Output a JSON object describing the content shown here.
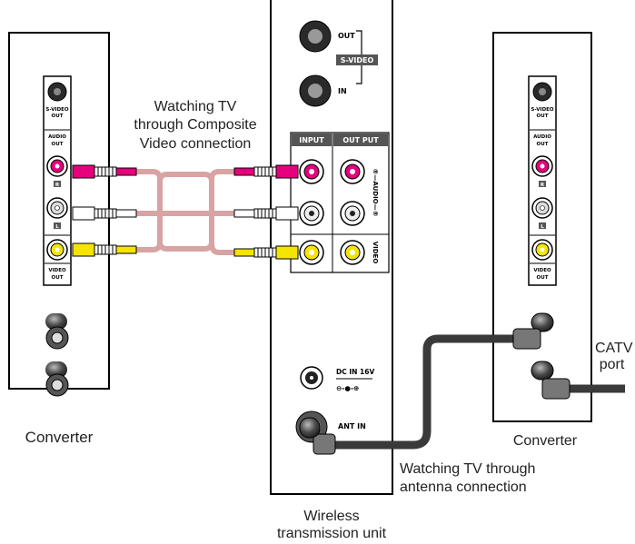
{
  "captions": {
    "composite_line1": "Watching TV",
    "composite_line2": "through Composite",
    "composite_line3": "Video connection",
    "antenna_line1": "Watching TV through",
    "antenna_line2": "antenna connection",
    "left_converter": "Converter",
    "right_converter": "Converter",
    "wireless_line1": "Wireless",
    "wireless_line2": "transmission unit",
    "catv_line1": "CATV",
    "catv_line2": "port"
  },
  "left_panel": {
    "svideo_line1": "S-VIDEO",
    "svideo_line2": "OUT",
    "audio_line1": "AUDIO",
    "audio_line2": "OUT",
    "r_badge": "R",
    "l_badge": "L",
    "video_line1": "VIDEO",
    "video_line2": "OUT"
  },
  "right_panel": {
    "svideo_line1": "S-VIDEO",
    "svideo_line2": "OUT",
    "audio_line1": "AUDIO",
    "audio_line2": "OUT",
    "r_badge": "R",
    "l_badge": "L",
    "video_line1": "VIDEO",
    "video_line2": "OUT"
  },
  "center_panel": {
    "out_label": "OUT",
    "svideo_label": "S-VIDEO",
    "in_label": "IN",
    "input_header": "INPUT",
    "output_header": "OUT PUT",
    "audio_side": "®—AUDIO—®",
    "video_side": "VIDEO",
    "dc_in_line1": "DC IN 16V",
    "dc_in_line2": "⊖-●-⊕",
    "ant_in": "ANT IN"
  },
  "colors": {
    "magenta": "#e6007e",
    "yellow": "#f4e400",
    "cable_pink": "#d8a3a3",
    "cable_dark": "#3a3a3a",
    "badge": "#555555"
  }
}
